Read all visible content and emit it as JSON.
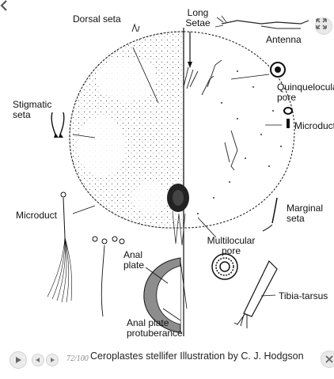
{
  "gallery": {
    "counter": "72/100",
    "caption": "Ceroplastes stellifer Illustration by C. J. Hodgson"
  },
  "illustration": {
    "labels": {
      "dorsal_seta": "Dorsal seta",
      "long_setae": "Long Setae",
      "antenna": "Antenna",
      "quinquelocular_pore": "Quinquelocular pore",
      "microduct_right": "Microduct",
      "stigmatic_seta": "Stigmatic seta",
      "microduct_left": "Microduct",
      "marginal_seta": "Marginal seta",
      "multilocular_pore": "Multilocular pore",
      "anal_plate": "Anal plate",
      "anal_plate_protuberance": "Anal plate protuberance",
      "tibia_tarsus": "Tibia-tarsus"
    }
  },
  "icons": {
    "expand": "expand-icon",
    "previous": "chevron-left-icon",
    "play": "play-icon",
    "back": "back-icon",
    "forward": "forward-icon",
    "close": "close-icon"
  },
  "colors": {
    "ink": "#111111",
    "button_bg": "#ececec",
    "counter": "#888888"
  }
}
